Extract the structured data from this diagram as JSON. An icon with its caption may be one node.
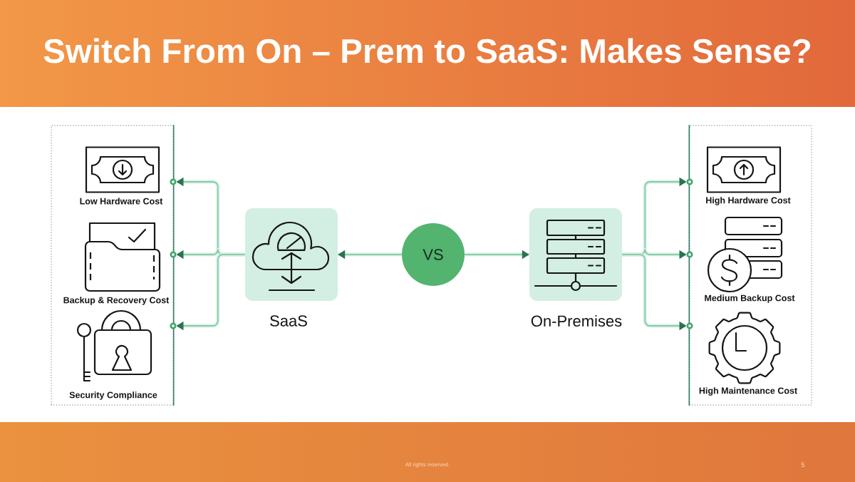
{
  "diagram": {
    "title": "Switch From On – Prem to SaaS: Makes Sense?",
    "nodes": [
      {
        "text": [],
        "shape": "box"
      },
      {
        "text": [
          "Low Hardware Cost"
        ],
        "in": 0
      },
      {
        "text": [
          "Backup & Recovery Cost"
        ],
        "in": 0
      },
      {
        "text": [
          "Security Compliance"
        ],
        "in": 0
      },
      {
        "text": [
          "SaaS"
        ]
      },
      {
        "text": [
          "VS"
        ]
      },
      {
        "text": [
          "On-Premises"
        ]
      },
      {
        "text": [],
        "shape": "box"
      },
      {
        "text": [
          "High Hardware Cost"
        ],
        "in": 7
      },
      {
        "text": [
          "Medium Backup Cost"
        ],
        "in": 7
      },
      {
        "text": [
          "High Maintenance Cost"
        ],
        "in": 7
      }
    ],
    "edges": [
      {
        "from": 5,
        "to": 4,
        "arrow": "to"
      },
      {
        "from": 5,
        "to": 6,
        "arrow": "to"
      },
      {
        "from": 4,
        "to": 1,
        "arrow": "to"
      },
      {
        "from": 4,
        "to": 2,
        "arrow": "to"
      },
      {
        "from": 4,
        "to": 3,
        "arrow": "to"
      },
      {
        "from": 6,
        "to": 8,
        "arrow": "to"
      },
      {
        "from": 6,
        "to": 9,
        "arrow": "to"
      },
      {
        "from": 6,
        "to": 10,
        "arrow": "to"
      }
    ],
    "labels": [
      "All rights reserved.",
      "5"
    ]
  }
}
